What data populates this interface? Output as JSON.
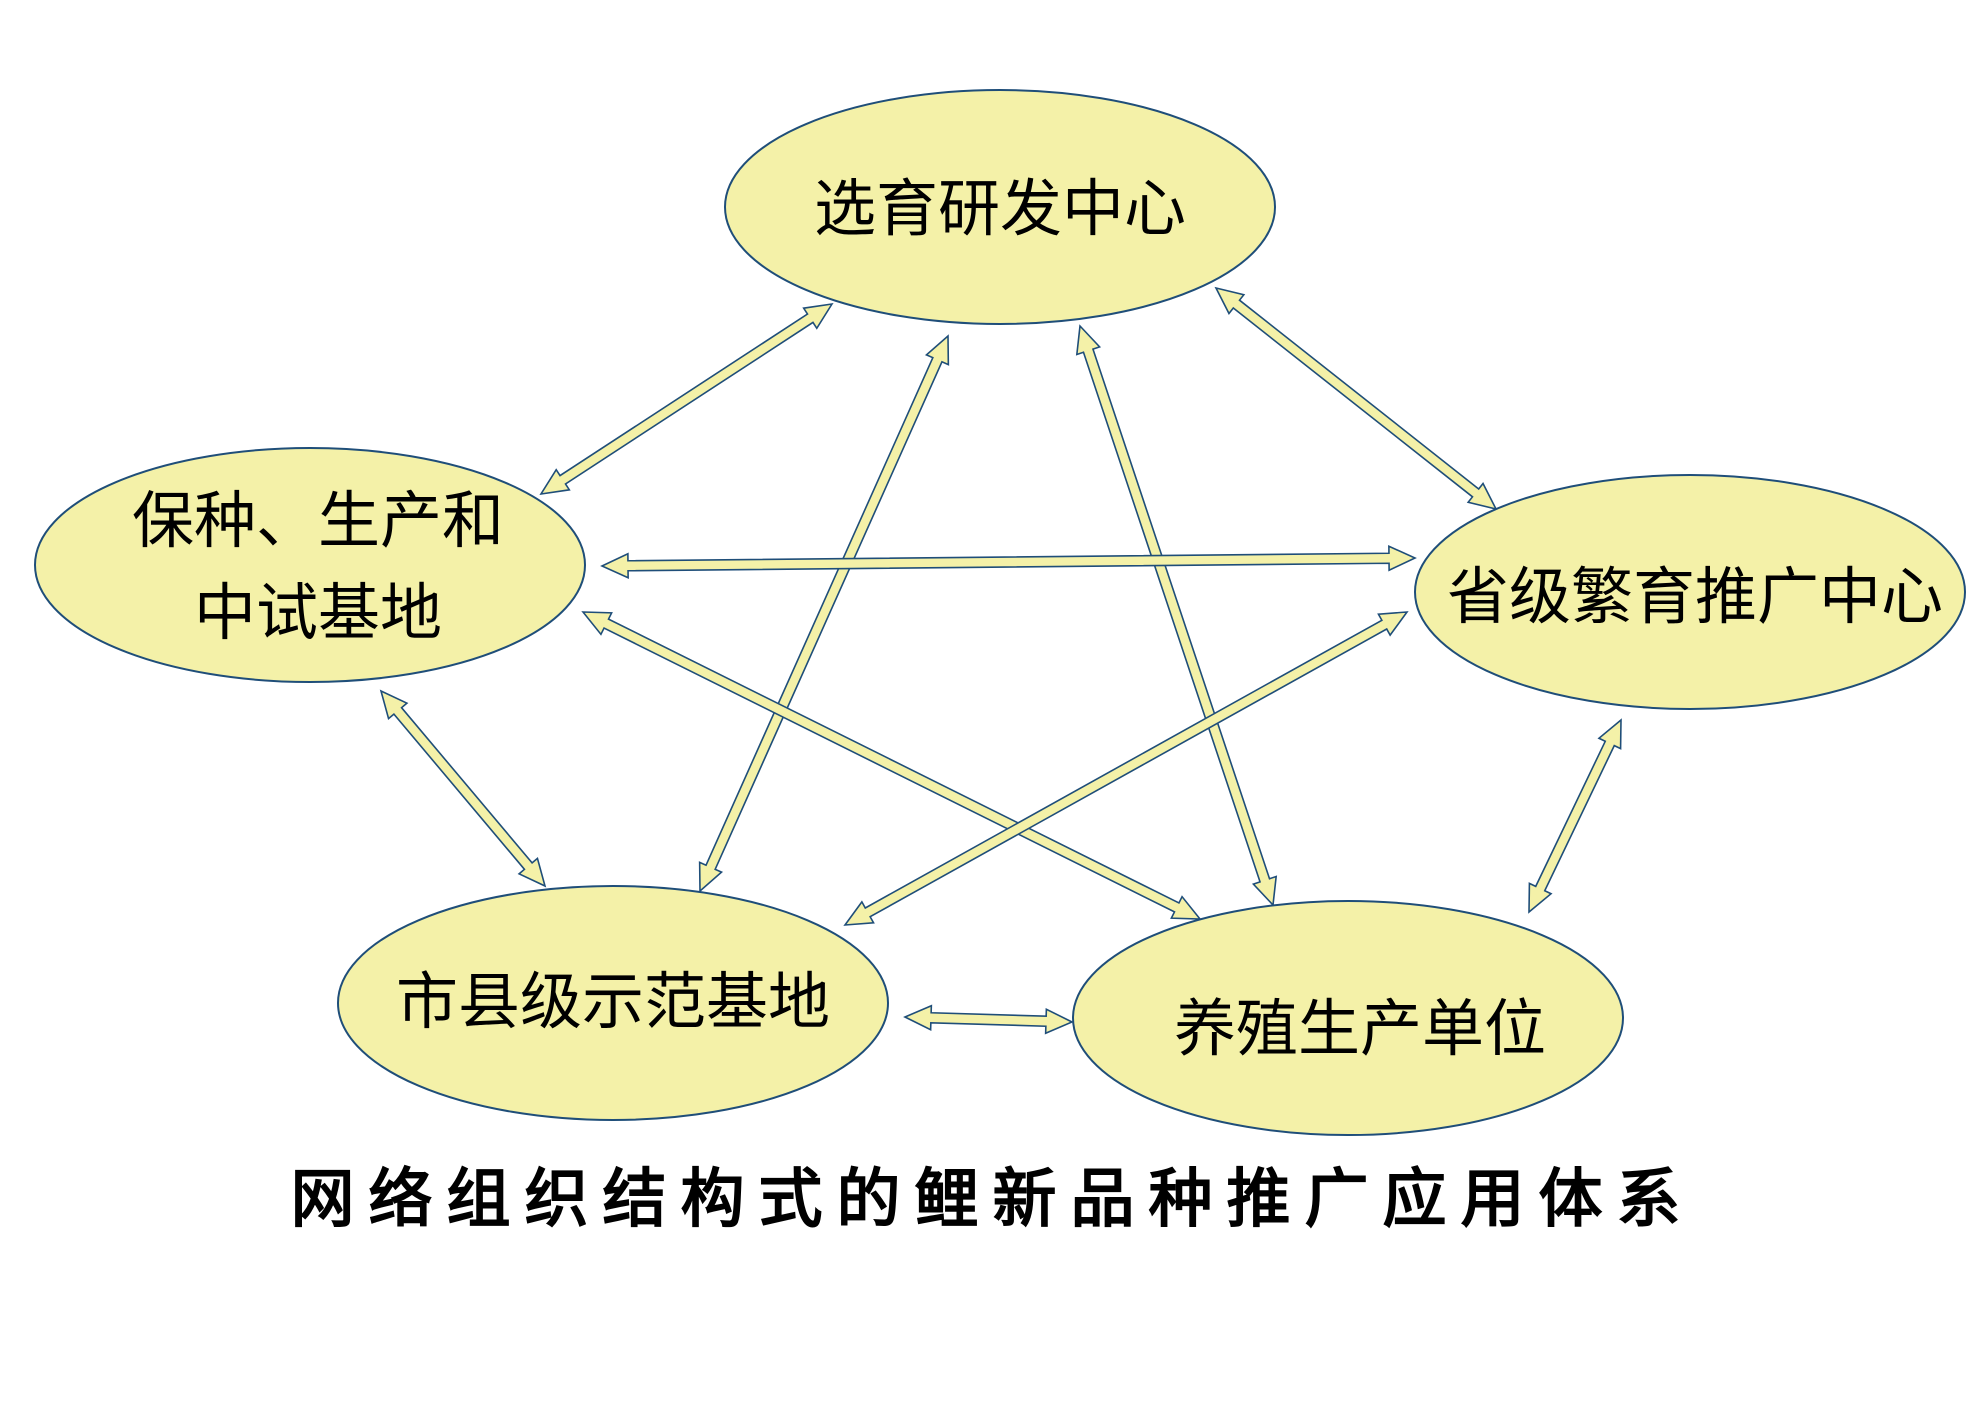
{
  "nodes": {
    "research": "选育研发中心",
    "conservation": "保种、生产和中试基地",
    "provincial": "省级繁育推广中心",
    "county": "市县级示范基地",
    "farm": "养殖生产单位"
  },
  "edges": [
    {
      "from": "research",
      "to": "conservation"
    },
    {
      "from": "research",
      "to": "provincial"
    },
    {
      "from": "research",
      "to": "county"
    },
    {
      "from": "research",
      "to": "farm"
    },
    {
      "from": "conservation",
      "to": "provincial"
    },
    {
      "from": "conservation",
      "to": "county"
    },
    {
      "from": "conservation",
      "to": "farm"
    },
    {
      "from": "provincial",
      "to": "county"
    },
    {
      "from": "provincial",
      "to": "farm"
    },
    {
      "from": "county",
      "to": "farm"
    }
  ],
  "caption": "网络组织结构式的鲤新品种推广应用体系",
  "colors": {
    "node_fill": "#f4f1a8",
    "node_stroke": "#1f4e79",
    "arrow_fill": "#f4f1a8",
    "arrow_stroke": "#1f4e79"
  }
}
